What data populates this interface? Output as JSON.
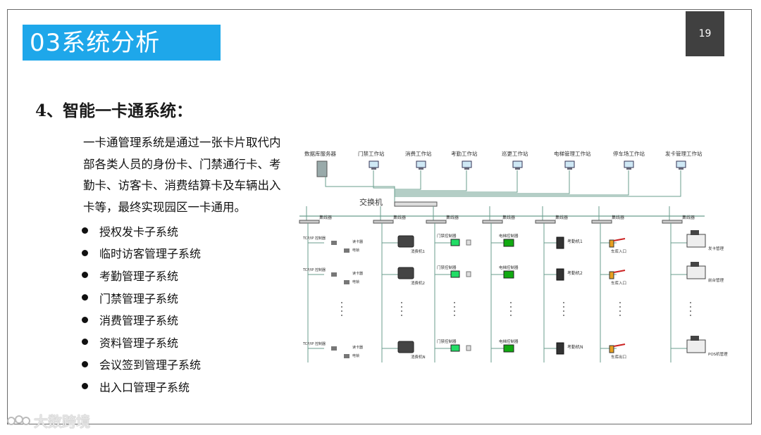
{
  "slide": {
    "title": "03系统分析",
    "page_number": "19",
    "heading": "4、智能一卡通系统：",
    "paragraph_lines": [
      " 一卡通管理系统是通过一张卡片取代内",
      "部各类人员的身份卡、门禁通行卡、考",
      "勤卡、访客卡、消费结算卡及车辆出入",
      "卡等，最终实现园区一卡通用。"
    ],
    "bullets": [
      "授权发卡子系统",
      "临时访客管理子系统",
      "考勤管理子系统",
      "门禁管理子系统",
      "消费管理子系统",
      "资料管理子系统",
      "会议签到管理子系统",
      "出入口管理子系统"
    ]
  },
  "diagram": {
    "top_stations": [
      "数据库服务器",
      "门禁工作站",
      "消费工作站",
      "考勤工作站",
      "巡更工作站",
      "电梯管理工作站",
      "停车场工作站",
      "发卡管理工作站"
    ],
    "switch_label": "交换机",
    "hub_label": "集线器",
    "controller_labels": [
      "TCP/IP 控制器",
      "TCP/IP 控制器",
      "TCP/IP 控制器"
    ],
    "reader_label": "读卡器",
    "lock_label": "电锁",
    "elevator_ctrl": "电梯控制器",
    "attendance": [
      "考勤机1",
      "考勤机2",
      "考勤机N"
    ],
    "pos": [
      "消费机1",
      "消费机2",
      "消费机N"
    ],
    "access_ctrl": "门禁控制器",
    "parking": [
      "车库入口",
      "车库出口"
    ],
    "issue": [
      "发卡管理",
      "前台管理",
      "POS机管理"
    ]
  },
  "watermark": {
    "text": "大数跨境"
  },
  "colors": {
    "title_bg": "#1ea7ea",
    "page_box": "#404040",
    "line_green": "#6a9e8e"
  }
}
